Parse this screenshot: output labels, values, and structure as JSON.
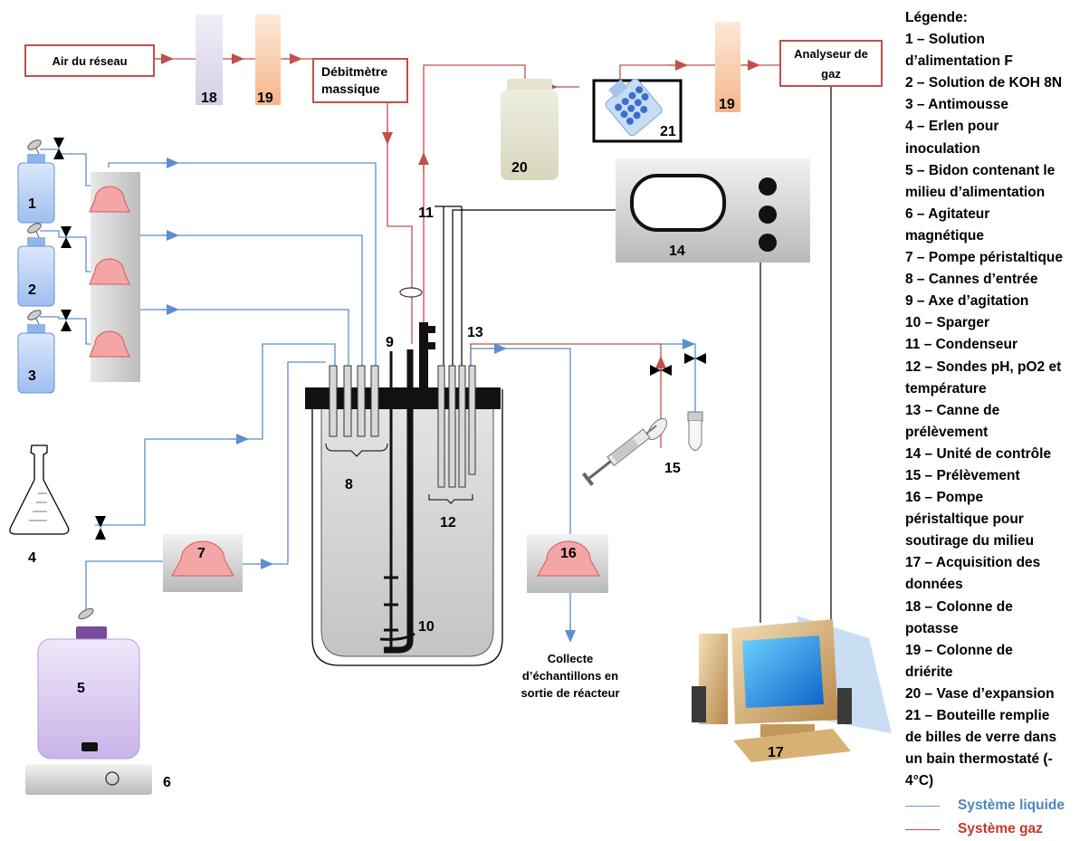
{
  "colors": {
    "liquid_line": "#5b8fd0",
    "gas_line": "#c0504d",
    "pump_fill": "#f4a6a6",
    "bottle_blue": "#b8d0f5",
    "medium_bidon": "#d9c8ef"
  },
  "boxes": {
    "air_reseau": "Air du réseau",
    "debitmetre_line1": "Débitmètre",
    "debitmetre_line2": "massique",
    "analyseur_line1": "Analyseur de",
    "analyseur_line2": "gaz"
  },
  "component_labels": {
    "n1": "1",
    "n2": "2",
    "n3": "3",
    "n4": "4",
    "n5": "5",
    "n6": "6",
    "n7": "7",
    "n8": "8",
    "n9": "9",
    "n10": "10",
    "n11": "11",
    "n12": "12",
    "n13": "13",
    "n14": "14",
    "n15": "15",
    "n16": "16",
    "n17": "17",
    "n18": "18",
    "n19a": "19",
    "n19b": "19",
    "n20": "20",
    "n21": "21"
  },
  "collecte": {
    "line1": "Collecte",
    "line2": "d’échantillons en",
    "line3": "sortie de réacteur"
  },
  "legend": {
    "title": "Légende:",
    "items": [
      "1 – Solution",
      "d’alimentation F",
      "2 – Solution de KOH 8N",
      "3 – Antimousse",
      "4 – Erlen pour",
      "inoculation",
      "5 – Bidon contenant le",
      "milieu d’alimentation",
      "6 – Agitateur",
      "magnétique",
      "7 – Pompe péristaltique",
      "8 – Cannes d’entrée",
      "9 – Axe d’agitation",
      "10 – Sparger",
      "11 – Condenseur",
      "12 – Sondes pH, pO2 et",
      "température",
      " 13 – Canne de",
      "prélèvement",
      "14 – Unité de contrôle",
      "15 – Prélèvement",
      "16 – Pompe",
      "péristaltique pour",
      "soutirage du milieu",
      "17 – Acquisition des",
      "données",
      "18 – Colonne de",
      "potasse",
      "19 – Colonne de",
      "driérite",
      "20 – Vase d’expansion",
      "21 – Bouteille remplie",
      "de billes de verre dans",
      "un bain thermostaté (-",
      "4°C)"
    ],
    "liquid": "Système liquide",
    "gas": "Système gaz"
  }
}
